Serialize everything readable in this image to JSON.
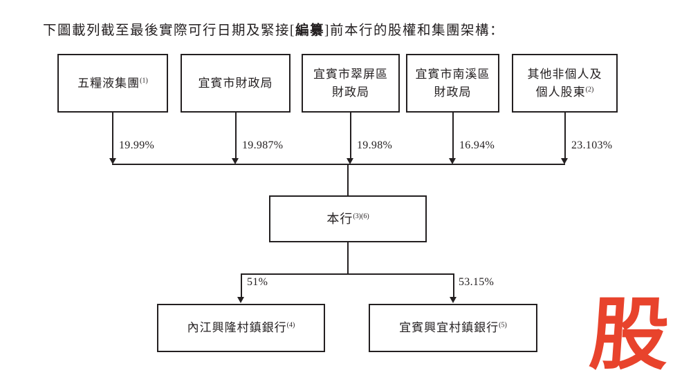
{
  "page": {
    "background": "#ffffff",
    "ink_color": "#231f20"
  },
  "title": {
    "part1": "下圖載列截至最後實際可行日期及緊接[",
    "emphasis": "編纂",
    "part3": "]前本行的股權和集團架構："
  },
  "diagram": {
    "shareholders": [
      {
        "name": "五糧液集團",
        "note": "(1)",
        "stake": "19.99%"
      },
      {
        "name": "宜賓市財政局",
        "note": "",
        "stake": "19.987%"
      },
      {
        "name": "宜賓市翠屏區\n財政局",
        "note": "",
        "stake": "19.98%"
      },
      {
        "name": "宜賓市南溪區\n財政局",
        "note": "",
        "stake": "16.94%"
      },
      {
        "name": "其他非個人及\n個人股東",
        "note": "(2)",
        "stake": "23.103%"
      }
    ],
    "bank": {
      "name": "本行",
      "note": "(3)(6)"
    },
    "subsidiaries": [
      {
        "name": "內江興隆村鎮銀行",
        "note": "(4)",
        "stake": "51%"
      },
      {
        "name": "宜賓興宜村鎮銀行",
        "note": "(5)",
        "stake": "53.15%"
      }
    ]
  },
  "watermark": {
    "glyph": "股",
    "color": "#e8432c"
  }
}
